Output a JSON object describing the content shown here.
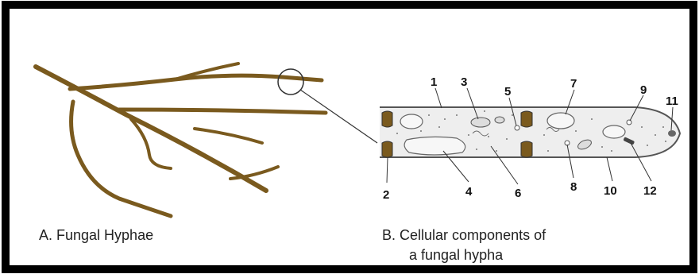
{
  "diagram": {
    "caption_a": "A. Fungal Hyphae",
    "caption_b_line1": "B. Cellular components of",
    "caption_b_line2": "a fungal hypha",
    "labels": [
      "1",
      "2",
      "3",
      "4",
      "5",
      "6",
      "7",
      "8",
      "9",
      "10",
      "11",
      "12"
    ],
    "colors": {
      "border": "#000000",
      "hyphae": "#7a5a1e",
      "septum": "#7a5a1e",
      "cytoplasm": "#eeeeee",
      "outline": "#555555"
    }
  }
}
